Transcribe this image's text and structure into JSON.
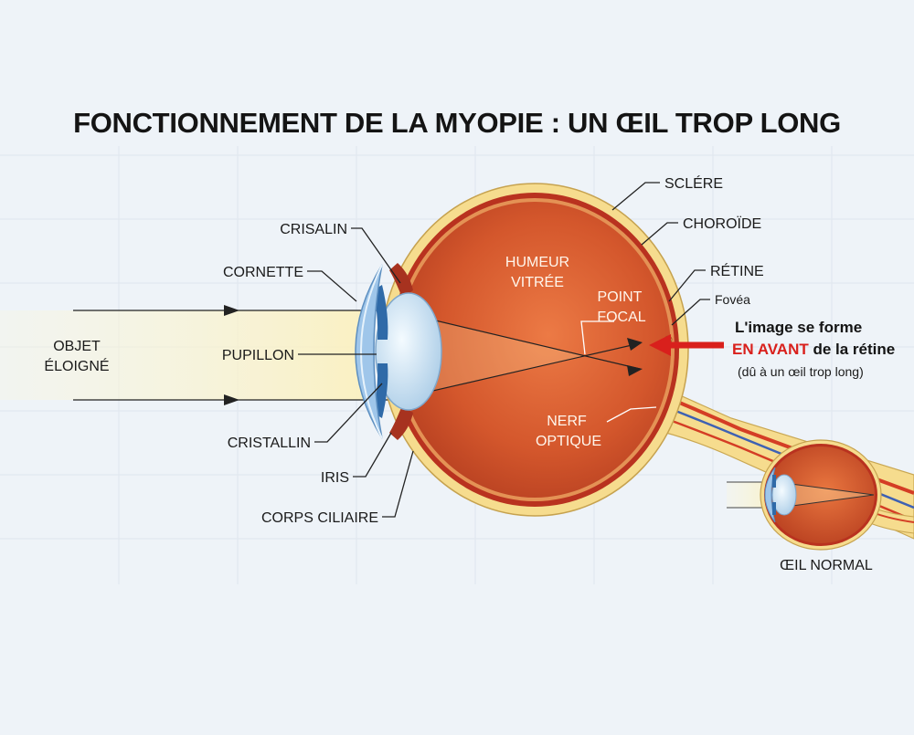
{
  "title": "FONCTIONNEMENT DE LA MYOPIE : UN ŒIL TROP LONG",
  "object_label": [
    "OBJET",
    "ÉLOIGNÉ"
  ],
  "labels": {
    "sclere": "SCLÉRE",
    "choroide": "CHOROÏDE",
    "retine": "RÉTINE",
    "fovea": "Fovéa",
    "crisalin": "CRISALIN",
    "cornette": "CORNETTE",
    "pupillon": "PUPILLON",
    "cristallin": "CRISTALLIN",
    "iris": "IRIS",
    "corps_ciliaire": "CORPS CILIAIRE",
    "humeur_vitree": [
      "HUMEUR",
      "VITRÉE"
    ],
    "point_focal": [
      "POINT",
      "FOCAL"
    ],
    "nerf_optique": [
      "NERF",
      "OPTIQUE"
    ]
  },
  "note": {
    "line1": "L'image se forme",
    "line2_red": "EN AVANT",
    "line2_rest": " de la rétine",
    "line3": "(dû à un œil trop long)"
  },
  "inset_label": "ŒIL NORMAL",
  "colors": {
    "sclera": "#f6dc8e",
    "choroid": "#b9321f",
    "interior": "#d65a2e",
    "lens": "#cfe5f5",
    "cornea": "#9fc6ea",
    "iris": "#2f6aa8",
    "arrow": "#d9201c",
    "light_beam": "#fbf3c9"
  }
}
